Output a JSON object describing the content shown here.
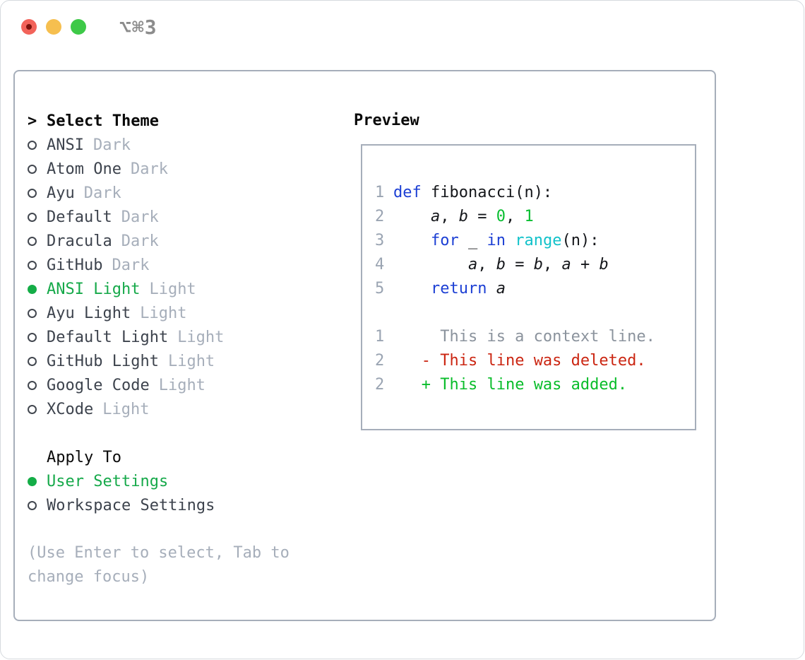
{
  "window": {
    "title": "⌥⌘3",
    "traffic_lights": [
      "close",
      "minimize",
      "zoom"
    ]
  },
  "theme_panel": {
    "header": {
      "prefix": ">",
      "label": "Select Theme"
    },
    "items": [
      {
        "name": "ANSI",
        "tag": "Dark",
        "selected": false
      },
      {
        "name": "Atom One",
        "tag": "Dark",
        "selected": false
      },
      {
        "name": "Ayu",
        "tag": "Dark",
        "selected": false
      },
      {
        "name": "Default",
        "tag": "Dark",
        "selected": false
      },
      {
        "name": "Dracula",
        "tag": "Dark",
        "selected": false
      },
      {
        "name": "GitHub",
        "tag": "Dark",
        "selected": false
      },
      {
        "name": "ANSI Light",
        "tag": "Light",
        "selected": true
      },
      {
        "name": "Ayu Light",
        "tag": "Light",
        "selected": false
      },
      {
        "name": "Default Light",
        "tag": "Light",
        "selected": false
      },
      {
        "name": "GitHub Light",
        "tag": "Light",
        "selected": false
      },
      {
        "name": "Google Code",
        "tag": "Light",
        "selected": false
      },
      {
        "name": "XCode",
        "tag": "Light",
        "selected": false
      }
    ],
    "apply_to": {
      "label": "Apply To",
      "options": [
        {
          "label": "User Settings",
          "selected": true
        },
        {
          "label": "Workspace Settings",
          "selected": false
        }
      ]
    },
    "help_lines": [
      "(Use Enter to select, Tab to",
      "change focus)"
    ]
  },
  "preview": {
    "title": "Preview",
    "lines": [
      {
        "num": "1",
        "tokens": [
          {
            "t": "def",
            "c": "kw"
          },
          {
            "t": " fibonacci(n):",
            "c": "pln"
          }
        ]
      },
      {
        "num": "2",
        "tokens": [
          {
            "t": "    ",
            "c": "pln"
          },
          {
            "t": "a",
            "c": "var"
          },
          {
            "t": ", ",
            "c": "pln"
          },
          {
            "t": "b",
            "c": "var"
          },
          {
            "t": " = ",
            "c": "pln"
          },
          {
            "t": "0",
            "c": "num"
          },
          {
            "t": ", ",
            "c": "pln"
          },
          {
            "t": "1",
            "c": "num"
          }
        ]
      },
      {
        "num": "3",
        "tokens": [
          {
            "t": "    ",
            "c": "pln"
          },
          {
            "t": "for",
            "c": "kw"
          },
          {
            "t": " _ ",
            "c": "pln"
          },
          {
            "t": "in",
            "c": "kw"
          },
          {
            "t": " ",
            "c": "pln"
          },
          {
            "t": "range",
            "c": "fn"
          },
          {
            "t": "(n):",
            "c": "pln"
          }
        ]
      },
      {
        "num": "4",
        "tokens": [
          {
            "t": "        ",
            "c": "pln"
          },
          {
            "t": "a",
            "c": "var"
          },
          {
            "t": ", ",
            "c": "pln"
          },
          {
            "t": "b",
            "c": "var"
          },
          {
            "t": " = ",
            "c": "pln"
          },
          {
            "t": "b",
            "c": "var"
          },
          {
            "t": ", ",
            "c": "pln"
          },
          {
            "t": "a",
            "c": "var"
          },
          {
            "t": " + ",
            "c": "pln"
          },
          {
            "t": "b",
            "c": "var"
          }
        ]
      },
      {
        "num": "5",
        "tokens": [
          {
            "t": "    ",
            "c": "pln"
          },
          {
            "t": "return",
            "c": "kw"
          },
          {
            "t": " ",
            "c": "pln"
          },
          {
            "t": "a",
            "c": "var"
          }
        ]
      },
      {
        "num": "",
        "tokens": []
      },
      {
        "num": "1",
        "tokens": [
          {
            "t": "     This is a context line.",
            "c": "ctx"
          }
        ]
      },
      {
        "num": "2",
        "tokens": [
          {
            "t": "   ",
            "c": "pln"
          },
          {
            "t": "- This line was deleted.",
            "c": "del"
          }
        ]
      },
      {
        "num": "2",
        "tokens": [
          {
            "t": "   ",
            "c": "pln"
          },
          {
            "t": "+ This line was added.",
            "c": "add"
          }
        ]
      }
    ]
  },
  "colors": {
    "accent_green": "#16a94a",
    "keyword_blue": "#1c3fd4",
    "function_cyan": "#12c2ca",
    "number_green": "#09be31",
    "deleted_red": "#cb2612",
    "added_green": "#0abd2b",
    "muted_gray": "#a6aeba",
    "text_dark": "#3d434d",
    "border_gray": "#a6aeba",
    "traffic_red": "#f2635a",
    "traffic_yellow": "#f6bf4f",
    "traffic_green": "#3ec948"
  }
}
